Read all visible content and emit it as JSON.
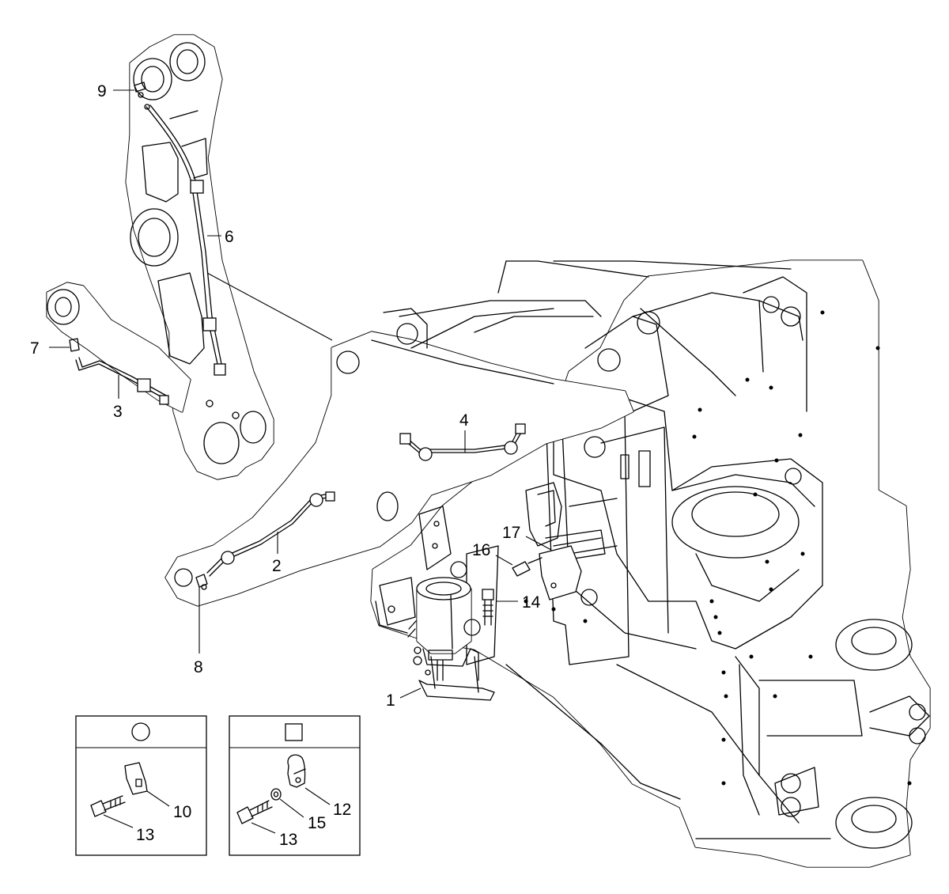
{
  "callouts": {
    "c1": "1",
    "c2": "2",
    "c3": "3",
    "c4": "4",
    "c6": "6",
    "c7": "7",
    "c8": "8",
    "c9": "9",
    "c10": "10",
    "c12": "12",
    "c13a": "13",
    "c13b": "13",
    "c14": "14",
    "c15": "15",
    "c16": "16",
    "c17": "17"
  },
  "legend_symbols": {
    "round_clip": "dotted-circle-icon",
    "square_clamp": "dotted-square-icon"
  }
}
